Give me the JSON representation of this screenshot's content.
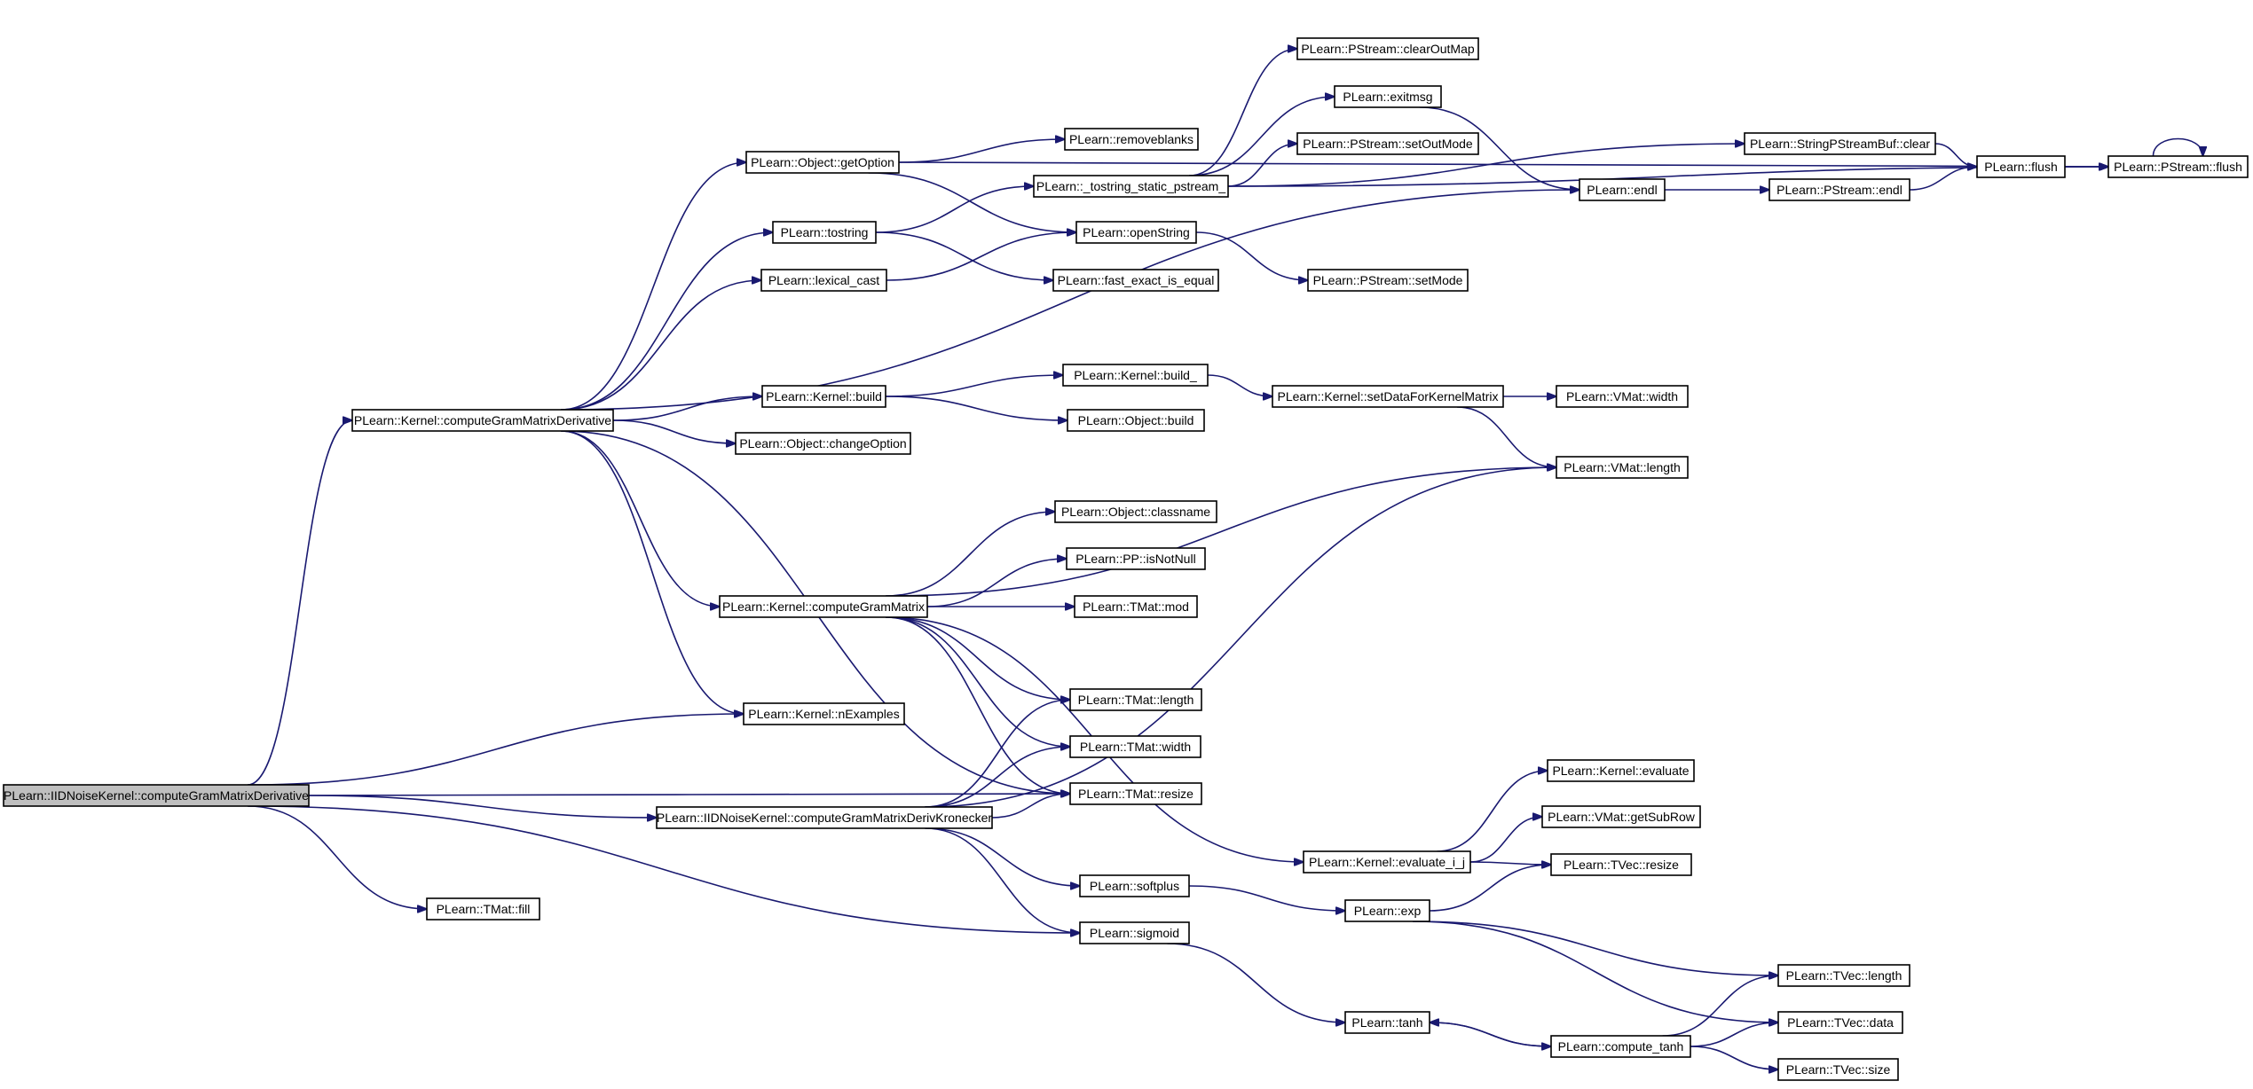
{
  "diagram": {
    "nodes": [
      {
        "id": "root",
        "label": "PLearn::IIDNoiseKernel::computeGramMatrixDerivative",
        "root": true
      },
      {
        "id": "kcgmd",
        "label": "PLearn::Kernel::computeGramMatrixDerivative"
      },
      {
        "id": "kron",
        "label": "PLearn::IIDNoiseKernel::computeGramMatrixDerivKronecker"
      },
      {
        "id": "tmatfill",
        "label": "PLearn::TMat::fill"
      },
      {
        "id": "getopt",
        "label": "PLearn::Object::getOption"
      },
      {
        "id": "tostring",
        "label": "PLearn::tostring"
      },
      {
        "id": "lexcast",
        "label": "PLearn::lexical_cast"
      },
      {
        "id": "kbuild",
        "label": "PLearn::Kernel::build"
      },
      {
        "id": "chopt",
        "label": "PLearn::Object::changeOption"
      },
      {
        "id": "kcgm",
        "label": "PLearn::Kernel::computeGramMatrix"
      },
      {
        "id": "nex",
        "label": "PLearn::Kernel::nExamples"
      },
      {
        "id": "rmblanks",
        "label": "PLearn::removeblanks"
      },
      {
        "id": "tsp",
        "label": "PLearn::_tostring_static_pstream_"
      },
      {
        "id": "openstr",
        "label": "PLearn::openString"
      },
      {
        "id": "fastexact",
        "label": "PLearn::fast_exact_is_equal"
      },
      {
        "id": "kbuild_",
        "label": "PLearn::Kernel::build_"
      },
      {
        "id": "objbuild",
        "label": "PLearn::Object::build"
      },
      {
        "id": "classname",
        "label": "PLearn::Object::classname"
      },
      {
        "id": "isnotnull",
        "label": "PLearn::PP::isNotNull"
      },
      {
        "id": "tmatmod",
        "label": "PLearn::TMat::mod"
      },
      {
        "id": "tmatlen",
        "label": "PLearn::TMat::length"
      },
      {
        "id": "tmatwidth",
        "label": "PLearn::TMat::width"
      },
      {
        "id": "tmatresize",
        "label": "PLearn::TMat::resize"
      },
      {
        "id": "softplus",
        "label": "PLearn::softplus"
      },
      {
        "id": "sigmoid",
        "label": "PLearn::sigmoid"
      },
      {
        "id": "clearoutmap",
        "label": "PLearn::PStream::clearOutMap"
      },
      {
        "id": "exitmsg",
        "label": "PLearn::exitmsg"
      },
      {
        "id": "setoutmode",
        "label": "PLearn::PStream::setOutMode"
      },
      {
        "id": "setmode",
        "label": "PLearn::PStream::setMode"
      },
      {
        "id": "setdata",
        "label": "PLearn::Kernel::setDataForKernelMatrix"
      },
      {
        "id": "evalij",
        "label": "PLearn::Kernel::evaluate_i_j"
      },
      {
        "id": "exp",
        "label": "PLearn::exp"
      },
      {
        "id": "tanh",
        "label": "PLearn::tanh"
      },
      {
        "id": "endl",
        "label": "PLearn::endl"
      },
      {
        "id": "vmatwidth",
        "label": "PLearn::VMat::width"
      },
      {
        "id": "vmatlen",
        "label": "PLearn::VMat::length"
      },
      {
        "id": "keval",
        "label": "PLearn::Kernel::evaluate"
      },
      {
        "id": "getsubrow",
        "label": "PLearn::VMat::getSubRow"
      },
      {
        "id": "tvecresize",
        "label": "PLearn::TVec::resize"
      },
      {
        "id": "computetanh",
        "label": "PLearn::compute_tanh"
      },
      {
        "id": "spbclear",
        "label": "PLearn::StringPStreamBuf::clear"
      },
      {
        "id": "psendl",
        "label": "PLearn::PStream::endl"
      },
      {
        "id": "flush",
        "label": "PLearn::flush"
      },
      {
        "id": "psflush",
        "label": "PLearn::PStream::flush"
      },
      {
        "id": "tveclen",
        "label": "PLearn::TVec::length"
      },
      {
        "id": "tvecdata",
        "label": "PLearn::TVec::data"
      },
      {
        "id": "tvecsize",
        "label": "PLearn::TVec::size"
      }
    ],
    "edges": [
      [
        "root",
        "kcgmd"
      ],
      [
        "root",
        "nex"
      ],
      [
        "root",
        "tmatresize"
      ],
      [
        "root",
        "kron"
      ],
      [
        "root",
        "tmatfill"
      ],
      [
        "root",
        "sigmoid"
      ],
      [
        "kcgmd",
        "getopt"
      ],
      [
        "kcgmd",
        "tostring"
      ],
      [
        "kcgmd",
        "lexcast"
      ],
      [
        "kcgmd",
        "endl"
      ],
      [
        "kcgmd",
        "kbuild"
      ],
      [
        "kcgmd",
        "chopt"
      ],
      [
        "kcgmd",
        "kcgm"
      ],
      [
        "kcgmd",
        "nex"
      ],
      [
        "kcgmd",
        "tmatresize"
      ],
      [
        "getopt",
        "psflush"
      ],
      [
        "getopt",
        "rmblanks"
      ],
      [
        "getopt",
        "openstr"
      ],
      [
        "tostring",
        "tsp"
      ],
      [
        "tostring",
        "fastexact"
      ],
      [
        "lexcast",
        "openstr"
      ],
      [
        "tsp",
        "clearoutmap"
      ],
      [
        "tsp",
        "exitmsg"
      ],
      [
        "tsp",
        "setoutmode"
      ],
      [
        "tsp",
        "spbclear"
      ],
      [
        "tsp",
        "psflush"
      ],
      [
        "openstr",
        "setmode"
      ],
      [
        "exitmsg",
        "endl"
      ],
      [
        "endl",
        "psendl"
      ],
      [
        "psendl",
        "flush"
      ],
      [
        "spbclear",
        "flush"
      ],
      [
        "flush",
        "psflush"
      ],
      [
        "psflush",
        "psflush"
      ],
      [
        "kbuild",
        "kbuild_"
      ],
      [
        "kbuild",
        "objbuild"
      ],
      [
        "kbuild_",
        "setdata"
      ],
      [
        "setdata",
        "vmatwidth"
      ],
      [
        "setdata",
        "vmatlen"
      ],
      [
        "kcgm",
        "vmatlen"
      ],
      [
        "kcgm",
        "classname"
      ],
      [
        "kcgm",
        "isnotnull"
      ],
      [
        "kcgm",
        "tmatmod"
      ],
      [
        "kcgm",
        "tmatlen"
      ],
      [
        "kcgm",
        "tmatwidth"
      ],
      [
        "kcgm",
        "tmatresize"
      ],
      [
        "kcgm",
        "evalij"
      ],
      [
        "kron",
        "tmatlen"
      ],
      [
        "kron",
        "tmatwidth"
      ],
      [
        "kron",
        "tmatresize"
      ],
      [
        "kron",
        "vmatlen"
      ],
      [
        "kron",
        "softplus"
      ],
      [
        "kron",
        "sigmoid"
      ],
      [
        "evalij",
        "keval"
      ],
      [
        "evalij",
        "getsubrow"
      ],
      [
        "evalij",
        "tvecresize"
      ],
      [
        "softplus",
        "exp"
      ],
      [
        "exp",
        "tvecresize"
      ],
      [
        "exp",
        "tveclen"
      ],
      [
        "exp",
        "tvecdata"
      ],
      [
        "sigmoid",
        "tanh"
      ],
      [
        "tanh",
        "computetanh"
      ],
      [
        "computetanh",
        "tanh"
      ],
      [
        "computetanh",
        "tveclen"
      ],
      [
        "computetanh",
        "tvecdata"
      ],
      [
        "computetanh",
        "tvecsize"
      ]
    ]
  }
}
